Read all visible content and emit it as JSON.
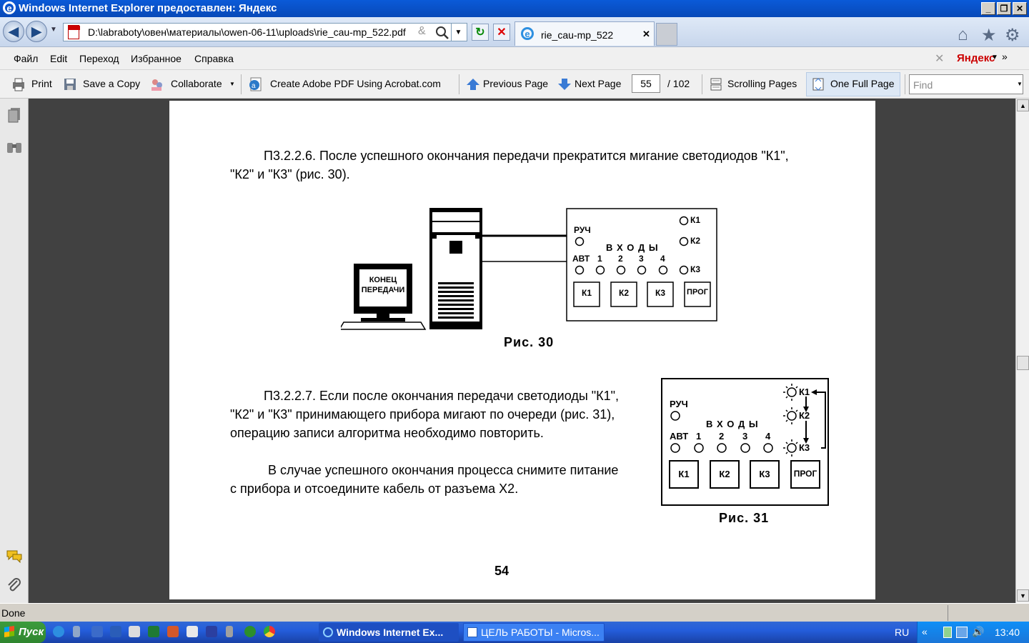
{
  "window": {
    "title": "Windows Internet Explorer предоставлен: Яндекс",
    "minimize": "_",
    "maximize": "❐",
    "close": "✕"
  },
  "nav": {
    "back": "◀",
    "forward": "▶",
    "address": "D:\\labraboty\\овен\\материалы\\owen-06-11\\uploads\\rie_cau-mp_522.pdf",
    "tab_title": "rie_cau-mp_522",
    "tab_close": "✕"
  },
  "menu": [
    "Файл",
    "Edit",
    "Переход",
    "Избранное",
    "Справка"
  ],
  "yandex": "Яндекс",
  "toolbar": {
    "print": "Print",
    "save": "Save a Copy",
    "collaborate": "Collaborate",
    "create_pdf": "Create Adobe PDF Using Acrobat.com",
    "prev": "Previous Page",
    "next": "Next Page",
    "page": "55",
    "total": "/ 102",
    "scrolling": "Scrolling Pages",
    "one_full": "One Full Page",
    "find_placeholder": "Find"
  },
  "doc": {
    "p1_line1": "П3.2.2.6. После успешного окончания передачи прекратится мигание светодиодов \"К1\",",
    "p1_line2": "\"К2\" и \"К3\" (рис. 30).",
    "fig30": {
      "screen_line1": "КОНЕЦ",
      "screen_line2": "ПЕРЕДАЧИ",
      "ruch": "РУЧ",
      "avt": "АВТ",
      "inputs": "В Х О Д Ы",
      "nums": [
        "1",
        "2",
        "3",
        "4"
      ],
      "k1": "К1",
      "k2": "К2",
      "k3": "К3",
      "buttons": [
        "К1",
        "К2",
        "К3",
        "ПРОГ"
      ],
      "caption": "Рис. 30"
    },
    "p2_line1": "П3.2.2.7. Если после окончания передачи светодиоды \"К1\",",
    "p2_line2": "\"К2\" и \"К3\"  принимающего прибора мигают по очереди (рис. 31),",
    "p2_line3": "операцию   записи алгоритма  необходимо  повторить.",
    "p3_line1": "В случае успешного окончания процесса снимите питание",
    "p3_line2": "с прибора и отсоедините кабель от разъема Х2.",
    "fig31": {
      "ruch": "РУЧ",
      "avt": "АВТ",
      "inputs": "В Х О Д Ы",
      "nums": [
        "1",
        "2",
        "3",
        "4"
      ],
      "k1": "К1",
      "k2": "К2",
      "k3": "К3",
      "buttons": [
        "К1",
        "К2",
        "К3",
        "ПРОГ"
      ],
      "caption": "Рис. 31"
    },
    "page_number": "54"
  },
  "status": {
    "text": "Done"
  },
  "taskbar": {
    "start": "Пуск",
    "task1": "Windows Internet Ex...",
    "task2": "ЦЕЛЬ РАБОТЫ - Micros...",
    "lang": "RU",
    "chevron": "«",
    "clock": "13:40"
  },
  "colors": {
    "title_blue": "#0a5ad8",
    "viewer_bg": "#414141",
    "taskbar_blue": "#245edb",
    "start_green": "#3c9c3c"
  }
}
